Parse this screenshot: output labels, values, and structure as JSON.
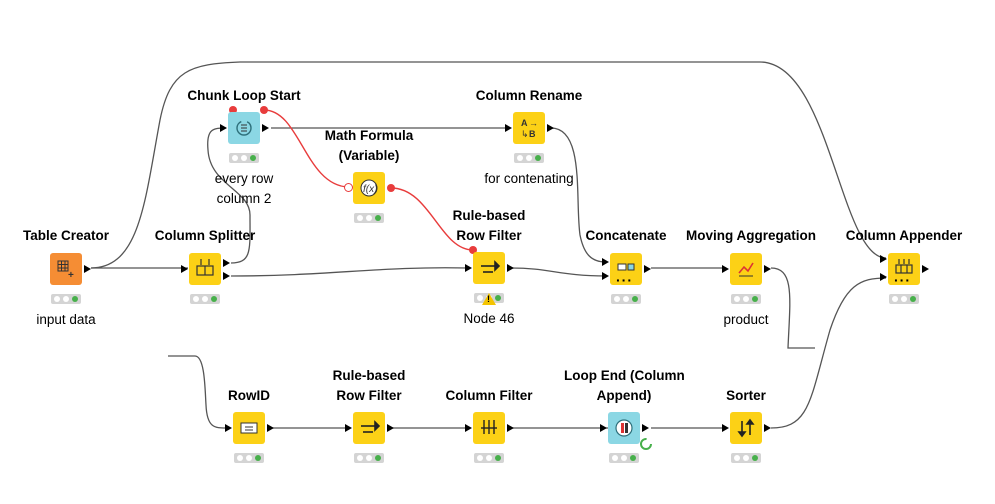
{
  "colors": {
    "source": "#f58d34",
    "manipulator": "#fcd116",
    "loop": "#8bd7e4",
    "flow_var": "#e83c3c",
    "wire": "#555555",
    "ok": "#47b04b"
  },
  "nodes": {
    "table_creator": {
      "title": "Table Creator",
      "caption": "input data",
      "icon": "table-plus-icon"
    },
    "column_splitter": {
      "title": "Column Splitter",
      "icon": "column-split-icon"
    },
    "chunk_loop_start": {
      "title": "Chunk Loop Start",
      "caption_line1": "every row",
      "caption_line2": "column 2",
      "icon": "loop-start-icon"
    },
    "math_formula": {
      "title_line1": "Math Formula",
      "title_line2": "(Variable)",
      "icon": "formula-icon"
    },
    "column_rename": {
      "title": "Column Rename",
      "caption": "for contenating",
      "icon": "rename-icon"
    },
    "rule_filter_top": {
      "title_line1": "Rule-based",
      "title_line2": "Row Filter",
      "caption": "Node 46",
      "icon": "arrow-filter-icon"
    },
    "concatenate": {
      "title": "Concatenate",
      "icon": "concatenate-icon"
    },
    "moving_aggregation": {
      "title": "Moving Aggregation",
      "caption": "product",
      "icon": "moving-aggregation-icon"
    },
    "column_appender": {
      "title": "Column Appender",
      "icon": "column-append-icon"
    },
    "rowid": {
      "title": "RowID",
      "icon": "rowid-icon"
    },
    "rule_filter_bottom": {
      "title_line1": "Rule-based",
      "title_line2": "Row Filter",
      "icon": "arrow-filter-icon"
    },
    "column_filter": {
      "title": "Column Filter",
      "icon": "column-filter-icon"
    },
    "loop_end": {
      "title_line1": "Loop End (Column",
      "title_line2": "Append)",
      "icon": "loop-end-icon"
    },
    "sorter": {
      "title": "Sorter",
      "icon": "sort-icon"
    }
  }
}
